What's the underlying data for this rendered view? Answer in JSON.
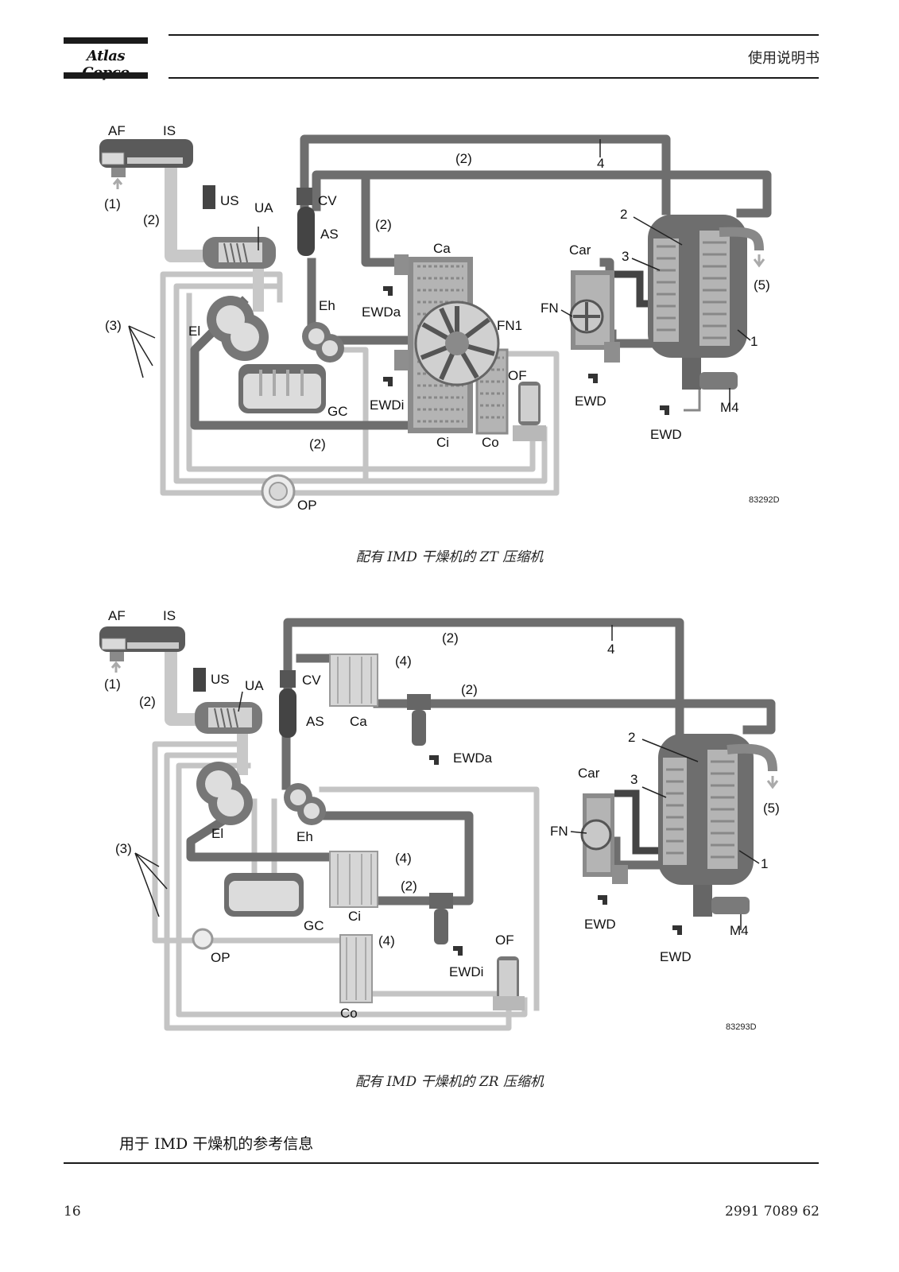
{
  "header": {
    "brand": "Atlas Copco",
    "doc_type": "使用说明书"
  },
  "diagram1": {
    "caption": "配有 IMD 干燥机的 ZT 压缩机",
    "image_code": "83292D",
    "labels": {
      "AF": "AF",
      "IS": "IS",
      "US": "US",
      "UA": "UA",
      "CV": "CV",
      "AS": "AS",
      "Ca": "Ca",
      "EWDa": "EWDa",
      "Eh": "Eh",
      "El": "El",
      "GC": "GC",
      "EWDi": "EWDi",
      "FN1": "FN1",
      "OF": "OF",
      "Ci": "Ci",
      "Co": "Co",
      "OP": "OP",
      "Car": "Car",
      "FN": "FN",
      "EWD_a": "EWD",
      "EWD_b": "EWD",
      "M4": "M4",
      "n1": "1",
      "n2": "2",
      "n3": "3",
      "n4": "4",
      "p1": "(1)",
      "p2a": "(2)",
      "p2b": "(2)",
      "p2c": "(2)",
      "p2d": "(2)",
      "p3": "(3)",
      "p5": "(5)"
    }
  },
  "diagram2": {
    "caption": "配有 IMD 干燥机的 ZR 压缩机",
    "image_code": "83293D",
    "labels": {
      "AF": "AF",
      "IS": "IS",
      "US": "US",
      "UA": "UA",
      "CV": "CV",
      "AS": "AS",
      "Ca": "Ca",
      "EWDa": "EWDa",
      "Eh": "Eh",
      "El": "El",
      "GC": "GC",
      "Ci": "Ci",
      "EWDi": "EWDi",
      "OP": "OP",
      "OF": "OF",
      "Co": "Co",
      "Car": "Car",
      "FN": "FN",
      "EWD_a": "EWD",
      "EWD_b": "EWD",
      "M4": "M4",
      "n1": "1",
      "n2": "2",
      "n3": "3",
      "n4": "4",
      "p1": "(1)",
      "p2a": "(2)",
      "p2b": "(2)",
      "p2c": "(2)",
      "p2d": "(2)",
      "p3": "(3)",
      "p4a": "(4)",
      "p4b": "(4)",
      "p4c": "(4)",
      "p5": "(5)"
    }
  },
  "section_note": "用于 IMD 干燥机的参考信息",
  "footer": {
    "page_number": "16",
    "doc_number": "2991 7089 62"
  }
}
